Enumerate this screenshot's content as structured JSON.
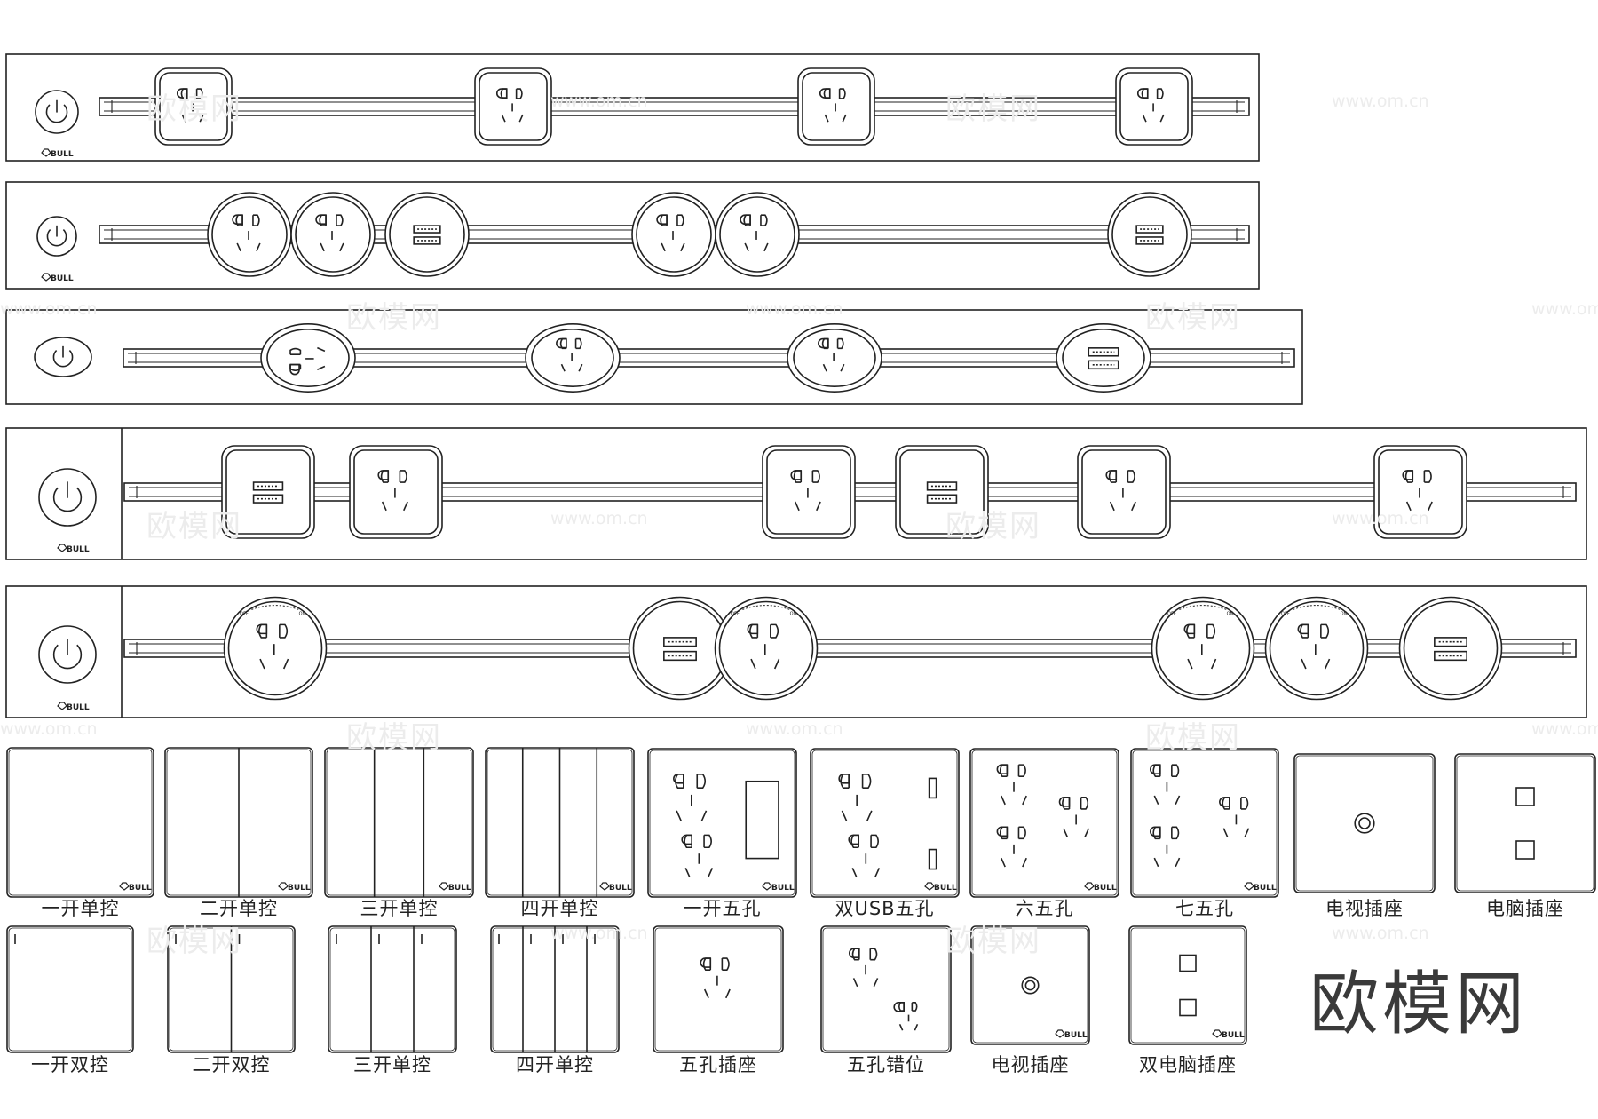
{
  "watermark": {
    "brand_cn": "欧模网",
    "url": "www.om.cn"
  },
  "strips": [
    {
      "brand": "BULL",
      "sockets": [
        {
          "type": "five-hole",
          "shape": "square-rounded"
        },
        {
          "type": "five-hole",
          "shape": "square-rounded"
        },
        {
          "type": "five-hole",
          "shape": "square-rounded"
        },
        {
          "type": "five-hole",
          "shape": "square-rounded"
        }
      ]
    },
    {
      "brand": "BULL",
      "sockets": [
        {
          "type": "five-hole",
          "shape": "circle"
        },
        {
          "type": "five-hole",
          "shape": "circle"
        },
        {
          "type": "usb",
          "shape": "circle"
        },
        {
          "type": "five-hole",
          "shape": "circle"
        },
        {
          "type": "five-hole",
          "shape": "circle"
        },
        {
          "type": "usb",
          "shape": "circle"
        }
      ]
    },
    {
      "brand": "",
      "sockets": [
        {
          "type": "rotated-five-hole",
          "shape": "ellipse"
        },
        {
          "type": "five-hole",
          "shape": "ellipse"
        },
        {
          "type": "five-hole",
          "shape": "ellipse"
        },
        {
          "type": "usb",
          "shape": "ellipse"
        }
      ]
    },
    {
      "brand": "BULL",
      "sockets": [
        {
          "type": "usb",
          "shape": "square-rounded"
        },
        {
          "type": "five-hole",
          "shape": "square-rounded"
        },
        {
          "type": "five-hole",
          "shape": "square-rounded"
        },
        {
          "type": "usb",
          "shape": "square-rounded"
        },
        {
          "type": "five-hole",
          "shape": "square-rounded"
        },
        {
          "type": "five-hole",
          "shape": "square-rounded"
        }
      ]
    },
    {
      "brand": "BULL",
      "dial_text": {
        "off": "OFF",
        "on": "ON"
      },
      "sockets": [
        {
          "type": "five-hole-dial",
          "shape": "circle"
        },
        {
          "type": "usb",
          "shape": "circle"
        },
        {
          "type": "five-hole-dial",
          "shape": "circle"
        },
        {
          "type": "five-hole-dial",
          "shape": "circle"
        },
        {
          "type": "five-hole-dial",
          "shape": "circle"
        },
        {
          "type": "usb",
          "shape": "circle"
        }
      ]
    }
  ],
  "panels_row1": [
    {
      "label": "一开单控",
      "type": "switch",
      "gangs": 1,
      "brand": "BULL"
    },
    {
      "label": "二开单控",
      "type": "switch",
      "gangs": 2,
      "brand": "BULL"
    },
    {
      "label": "三开单控",
      "type": "switch",
      "gangs": 3,
      "brand": "BULL"
    },
    {
      "label": "四开单控",
      "type": "switch",
      "gangs": 4,
      "brand": "BULL"
    },
    {
      "label": "一开五孔",
      "type": "switch-five-hole",
      "brand": "BULL"
    },
    {
      "label": "双USB五孔",
      "type": "usb-five-hole",
      "brand": "BULL"
    },
    {
      "label": "六五孔",
      "type": "six-five-hole",
      "brand": "BULL"
    },
    {
      "label": "七五孔",
      "type": "seven-five-hole",
      "brand": "BULL"
    },
    {
      "label": "电视插座",
      "type": "tv",
      "brand": ""
    },
    {
      "label": "电脑插座",
      "type": "pc",
      "brand": ""
    }
  ],
  "panels_row2": [
    {
      "label": "一开双控",
      "type": "switch",
      "gangs": 1,
      "brand": ""
    },
    {
      "label": "二开双控",
      "type": "switch",
      "gangs": 2,
      "brand": ""
    },
    {
      "label": "三开单控",
      "type": "switch",
      "gangs": 3,
      "brand": ""
    },
    {
      "label": "四开单控",
      "type": "switch",
      "gangs": 4,
      "brand": ""
    },
    {
      "label": "五孔插座",
      "type": "five-hole",
      "brand": ""
    },
    {
      "label": "五孔错位",
      "type": "five-hole-offset",
      "brand": ""
    },
    {
      "label": "电视插座",
      "type": "tv",
      "brand": "BULL"
    },
    {
      "label": "双电脑插座",
      "type": "dual-pc",
      "brand": "BULL"
    }
  ]
}
